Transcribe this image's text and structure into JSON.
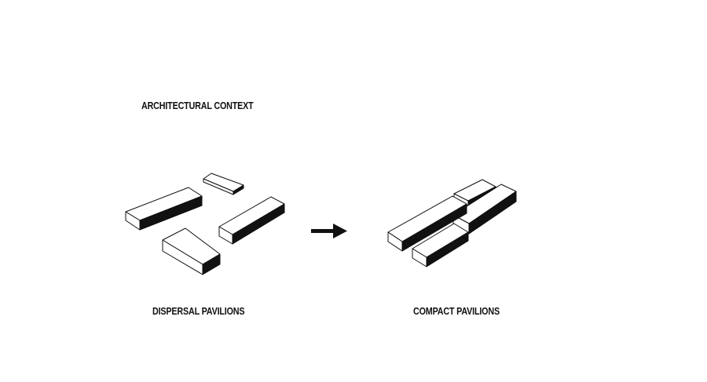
{
  "diagram": {
    "title": "ARCHITECTURAL CONTEXT",
    "left_caption": "DISPERSAL PAVILIONS",
    "right_caption": "COMPACT PAVILIONS",
    "arrow": "arrow-right-icon",
    "colors": {
      "top_face": "#ffffff",
      "side_face": "#111111",
      "outline": "#111111"
    }
  }
}
